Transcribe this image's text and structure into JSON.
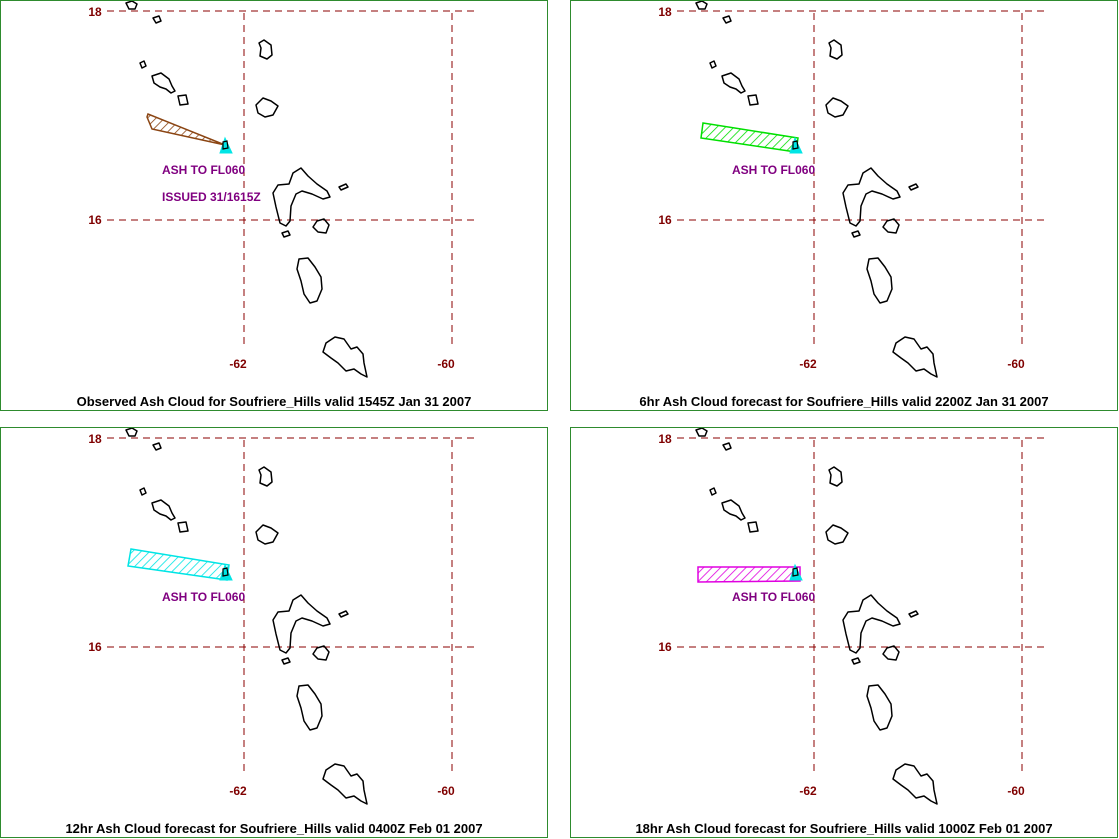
{
  "map": {
    "lat_labels": [
      "18",
      "16"
    ],
    "lon_labels": [
      "-62",
      "-60"
    ],
    "grid_color": "#8b0000",
    "coast_color": "#000000",
    "label_color": "#7f0000",
    "volcano_marker_color": "#00e5e5"
  },
  "panels": [
    {
      "caption": "Observed Ash Cloud for Soufriere_Hills valid 1545Z Jan 31 2007",
      "label": "ASH TO FL060",
      "issued": "ISSUED 31/1615Z",
      "label_color": "#800080",
      "ash_color": "#8b4513",
      "ash_shape": "observed-wedge"
    },
    {
      "caption": "6hr Ash Cloud forecast for Soufriere_Hills valid 2200Z Jan 31 2007",
      "label": "ASH TO FL060",
      "label_color": "#800080",
      "ash_color": "#00e000",
      "ash_shape": "forecast-band"
    },
    {
      "caption": "12hr Ash Cloud forecast for Soufriere_Hills valid 0400Z Feb 01 2007",
      "label": "ASH TO FL060",
      "label_color": "#800080",
      "ash_color": "#00e5e5",
      "ash_shape": "forecast-band-wide"
    },
    {
      "caption": "18hr Ash Cloud forecast for Soufriere_Hills valid 1000Z Feb 01 2007",
      "label": "ASH TO FL060",
      "label_color": "#800080",
      "ash_color": "#e000e0",
      "ash_shape": "forecast-band-flat"
    }
  ]
}
